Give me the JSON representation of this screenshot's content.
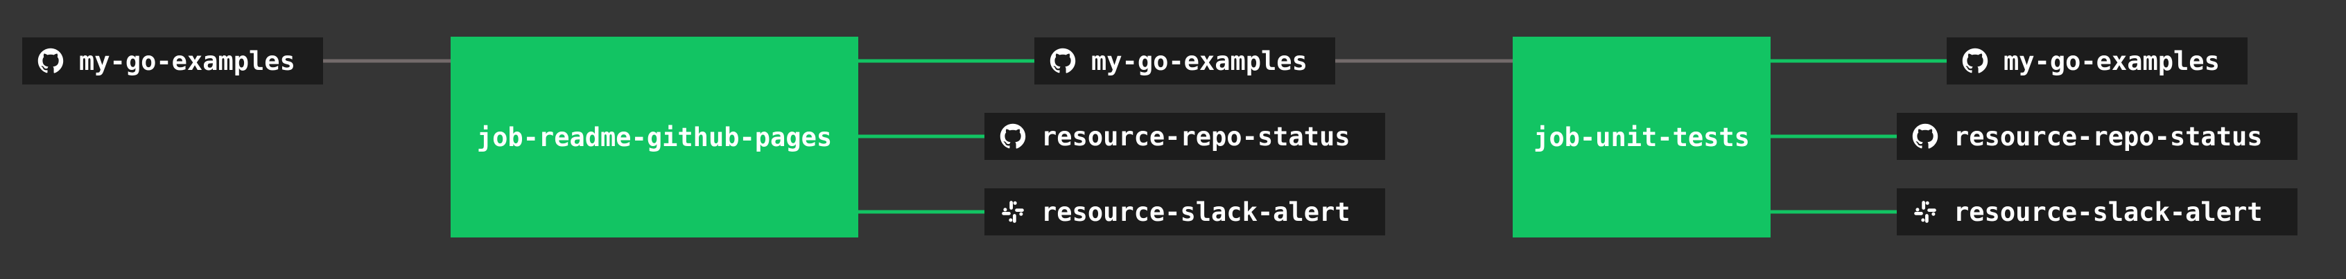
{
  "colors": {
    "background": "#353535",
    "job": "#12c463",
    "resource": "#1c1c1c",
    "active_edge": "#12c463",
    "idle_edge": "#736b6b"
  },
  "pipeline": {
    "input": {
      "label": "my-go-examples",
      "icon": "github-icon"
    },
    "job1": {
      "label": "job-readme-github-pages",
      "outputs": [
        {
          "label": "my-go-examples",
          "icon": "github-icon"
        },
        {
          "label": "resource-repo-status",
          "icon": "github-icon"
        },
        {
          "label": "resource-slack-alert",
          "icon": "slack-icon"
        }
      ]
    },
    "job2": {
      "label": "job-unit-tests",
      "outputs": [
        {
          "label": "my-go-examples",
          "icon": "github-icon"
        },
        {
          "label": "resource-repo-status",
          "icon": "github-icon"
        },
        {
          "label": "resource-slack-alert",
          "icon": "slack-icon"
        }
      ]
    }
  }
}
